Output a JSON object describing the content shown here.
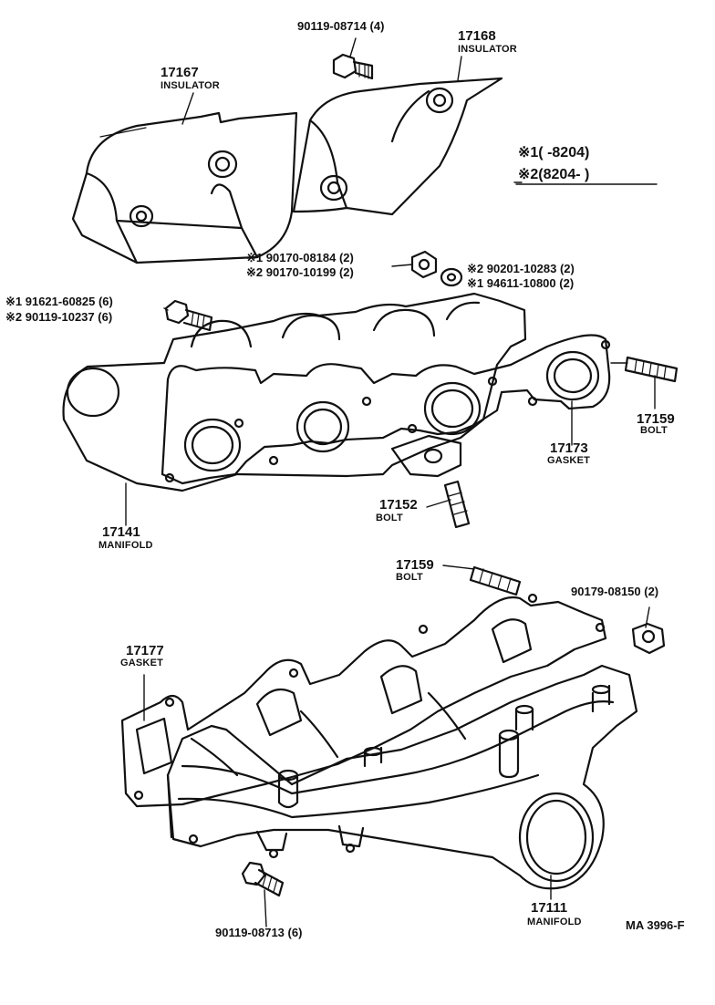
{
  "parts": {
    "p17167": {
      "number": "17167",
      "name": "INSULATOR"
    },
    "p17168": {
      "number": "17168",
      "name": "INSULATOR"
    },
    "p17141": {
      "number": "17141",
      "name": "MANIFOLD"
    },
    "p17173": {
      "number": "17173",
      "name": "GASKET"
    },
    "p17159a": {
      "number": "17159",
      "name": "BOLT"
    },
    "p17152": {
      "number": "17152",
      "name": "BOLT"
    },
    "p17159b": {
      "number": "17159",
      "name": "BOLT"
    },
    "p17177": {
      "number": "17177",
      "name": "GASKET"
    },
    "p17111": {
      "number": "17111",
      "name": "MANIFOLD"
    }
  },
  "callouts": {
    "top_bolt": "90119-08714 (4)",
    "nut_1": "※1 90170-08184 (2)",
    "nut_2": "※2 90170-10199 (2)",
    "washer_2": "※2 90201-10283 (2)",
    "washer_1": "※1 94611-10800 (2)",
    "stud_1": "※1 91621-60825 (6)",
    "stud_2": "※2 90119-10237 (6)",
    "right_nut": "90179-08150 (2)",
    "bottom_bolt": "90119-08713 (6)"
  },
  "legend": {
    "line1": "※1(      -8204)",
    "line2": "※2(8204-         )"
  },
  "code": "MA 3996-F"
}
